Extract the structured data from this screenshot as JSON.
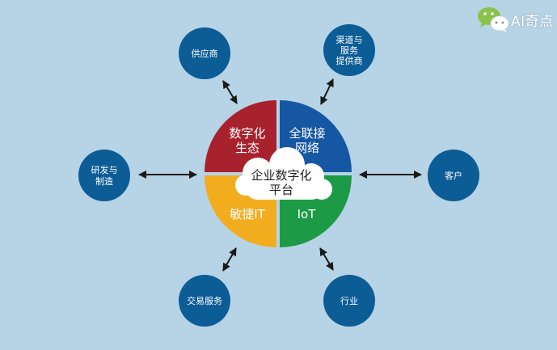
{
  "watermark": {
    "text": "AI奇点"
  },
  "colors": {
    "background": "#b7d3e6",
    "node_fill": "#0c5c96",
    "red": "#a8222d",
    "blue": "#1557a3",
    "yellow": "#f2ad1f",
    "green": "#1d9a46",
    "arrow": "#1a1a1a"
  },
  "center": {
    "cloud_lines": [
      "企业数字化",
      "平台"
    ],
    "quadrants": {
      "top_left": [
        "数字化",
        "生态"
      ],
      "top_right": [
        "全联接",
        "网络"
      ],
      "bottom_left": [
        "敏捷IT"
      ],
      "bottom_right": [
        "IoT"
      ]
    }
  },
  "nodes": {
    "supplier": [
      "供应商"
    ],
    "channel": [
      "渠道与",
      "服务",
      "提供商"
    ],
    "rnd": [
      "研发与",
      "制造"
    ],
    "customer": [
      "客户"
    ],
    "trade": [
      "交易服务"
    ],
    "industry": [
      "行业"
    ]
  }
}
